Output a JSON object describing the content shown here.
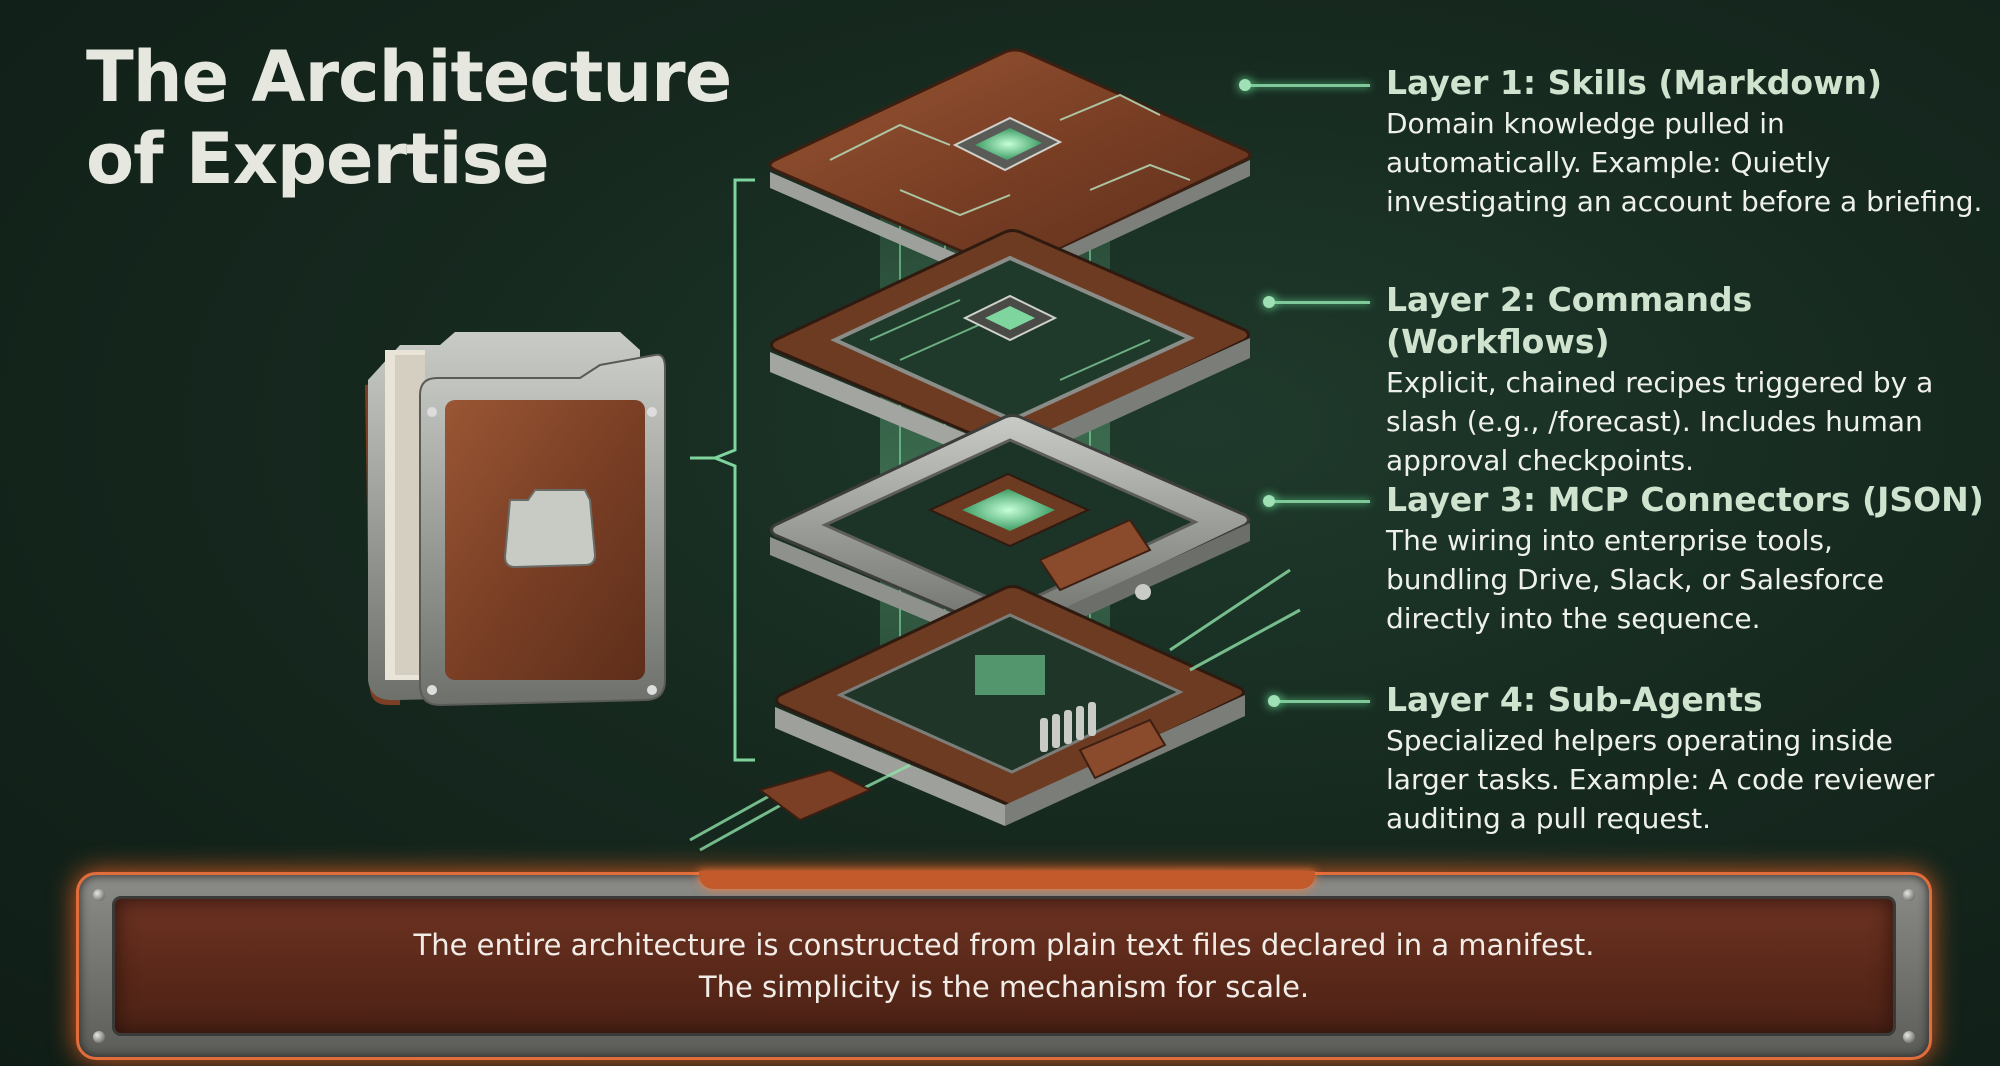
{
  "title": {
    "line1": "The Architecture",
    "line2": "of Expertise"
  },
  "layers": [
    {
      "title": "Layer 1: Skills (Markdown)",
      "desc": [
        "Domain knowledge pulled in",
        "automatically. Example: Quietly",
        "investigating an account before a briefing."
      ]
    },
    {
      "title": "Layer 2: Commands (Workflows)",
      "desc": [
        "Explicit, chained recipes triggered by a",
        "slash (e.g., /forecast). Includes human",
        "approval checkpoints."
      ]
    },
    {
      "title": "Layer 3: MCP Connectors (JSON)",
      "desc": [
        "The wiring into enterprise tools,",
        "bundling Drive, Slack, or Salesforce",
        "directly into the sequence."
      ]
    },
    {
      "title": "Layer 4: Sub-Agents",
      "desc": [
        "Specialized helpers operating inside",
        "larger tasks. Example: A code reviewer",
        "auditing a pull request."
      ]
    }
  ],
  "banner": {
    "line1": "The entire architecture is constructed from plain text files declared in a manifest.",
    "line2": "The simplicity is the mechanism for scale."
  },
  "colors": {
    "background": "#16291f",
    "accent_glow": "#6fe39a",
    "wood": "#8a4a2c",
    "banner_border": "#e36d3a"
  }
}
